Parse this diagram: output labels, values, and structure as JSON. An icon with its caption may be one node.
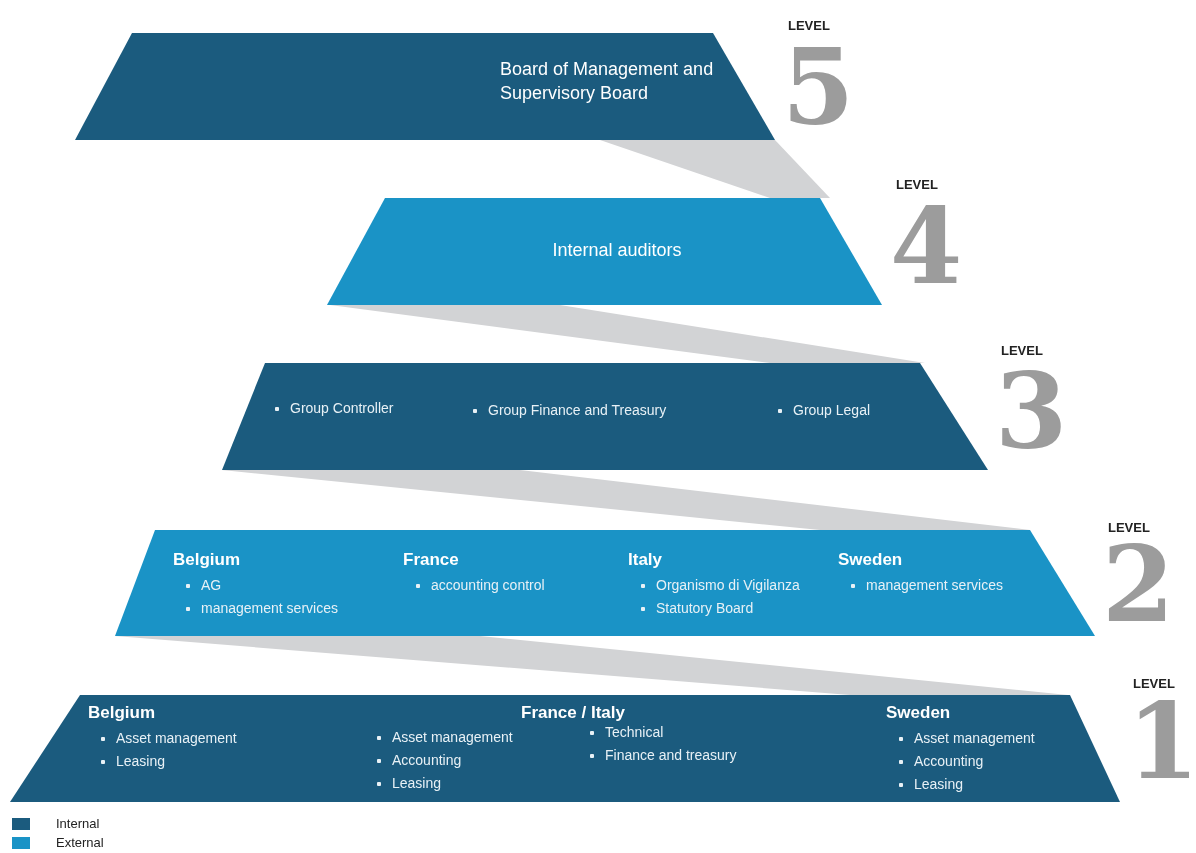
{
  "diagram": {
    "nodes": [
      {
        "text": [
          "Board of Management and Supervisory Board"
        ],
        "beside": [
          "LEVEL",
          "5"
        ]
      },
      {
        "text": [
          "Internal auditors"
        ],
        "beside": [
          "LEVEL",
          "4"
        ]
      },
      {
        "text": [
          "Group Controller",
          "Group Finance and Treasury",
          "Group Legal"
        ],
        "beside": [
          "LEVEL",
          "3"
        ]
      },
      {
        "text": [
          "Belgium",
          "AG",
          "management services",
          "France",
          "accounting control",
          "Italy",
          "Organismo di Vigilanza",
          "Statutory Board",
          "Sweden",
          "management services"
        ],
        "beside": [
          "LEVEL",
          "2"
        ]
      },
      {
        "text": [
          "Belgium",
          "Asset management",
          "Leasing",
          "France / Italy",
          "Asset management",
          "Accounting",
          "Leasing",
          "Technical",
          "Finance and treasury",
          "Sweden",
          "Asset management",
          "Accounting",
          "Leasing"
        ],
        "beside": [
          "LEVEL",
          "1"
        ]
      }
    ],
    "legend": [
      {
        "text": "Internal",
        "color": "#1b5b7e"
      },
      {
        "text": "External",
        "color": "#1a93c6"
      }
    ]
  }
}
